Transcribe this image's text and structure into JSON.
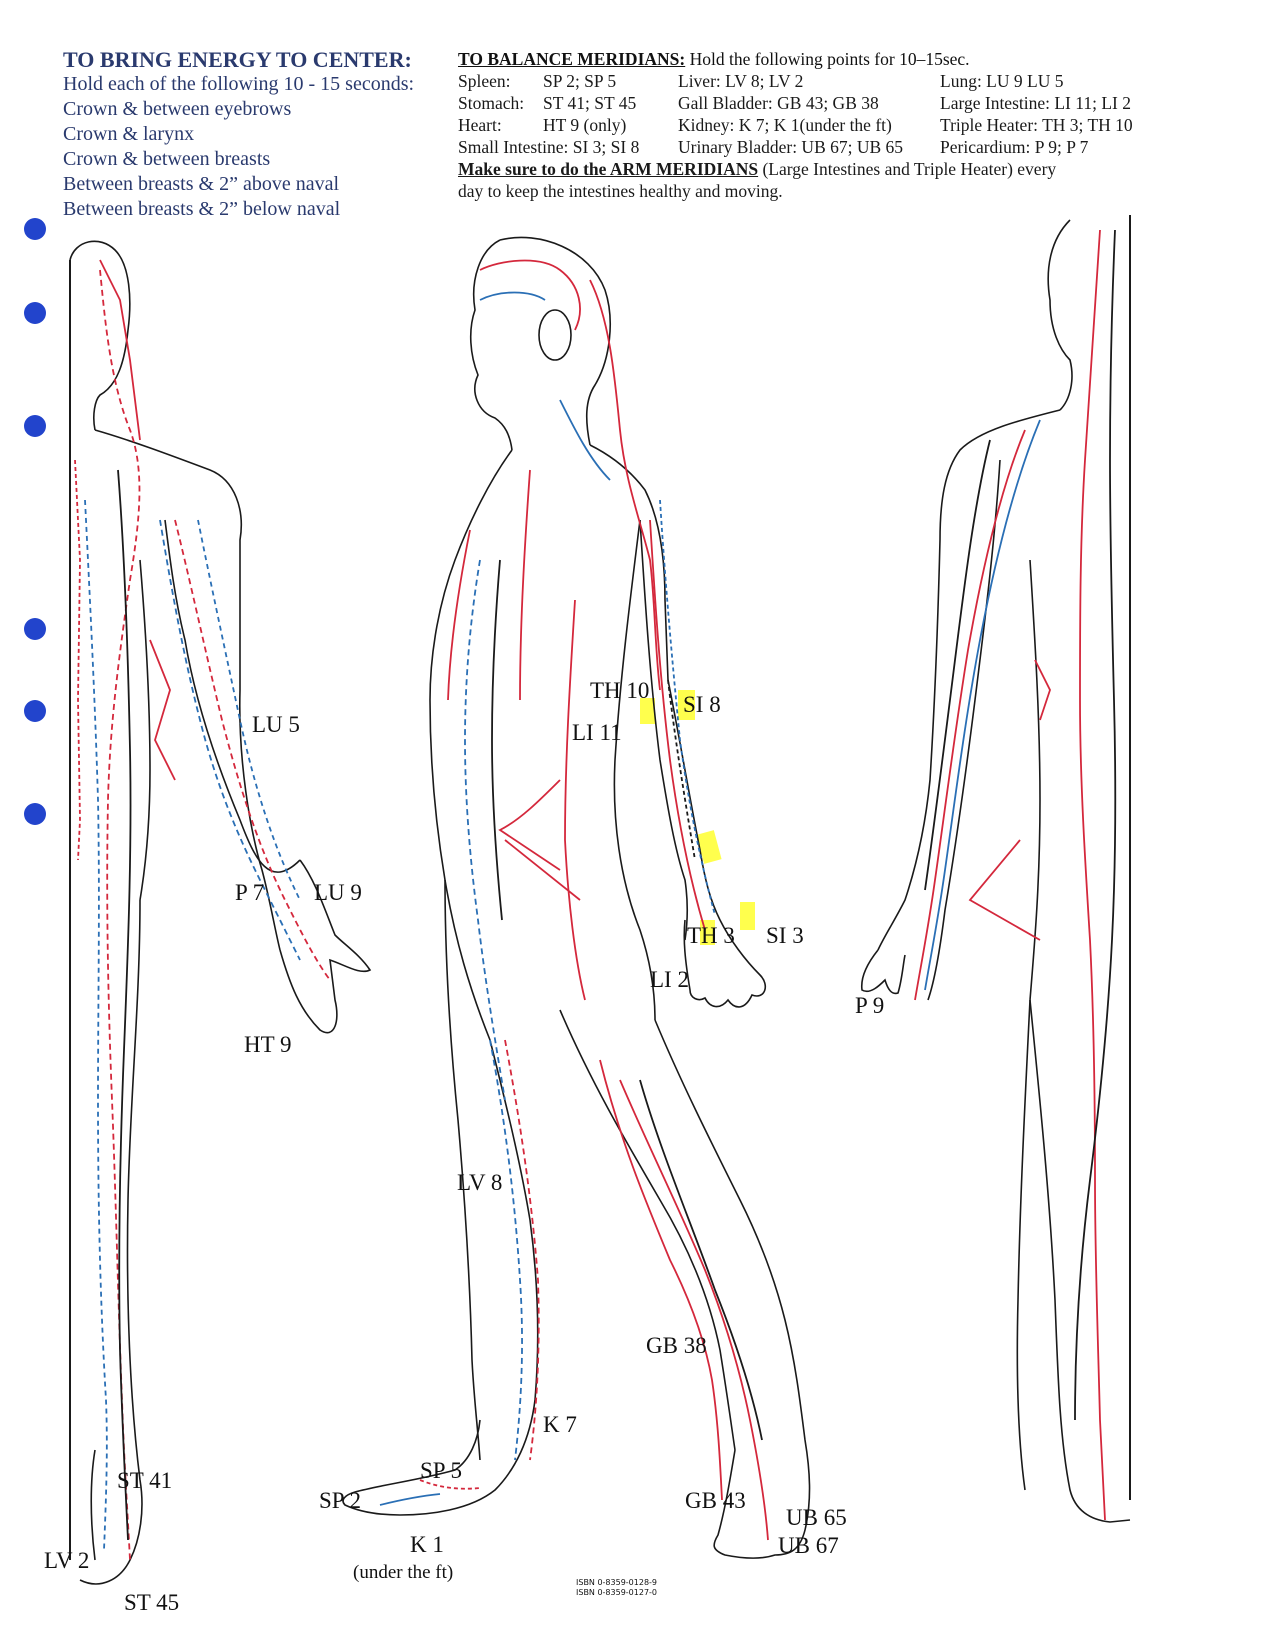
{
  "energy_center": {
    "title": "TO BRING ENERGY TO CENTER:",
    "items": [
      "Hold each of the following 10 - 15 seconds:",
      "Crown & between eyebrows",
      "Crown & larynx",
      "Crown & between breasts",
      "Between breasts & 2” above naval",
      "Between breasts & 2” below naval"
    ]
  },
  "balance": {
    "title": "TO BALANCE MERIDIANS:",
    "title_rest": " Hold the following points for 10–15sec.",
    "rows": [
      [
        "Spleen:",
        "SP 2; SP 5",
        "Liver: LV 8; LV 2",
        "Lung: LU 9   LU 5"
      ],
      [
        "Stomach:",
        "ST 41; ST 45",
        "Gall Bladder: GB 43; GB 38",
        "Large Intestine: LI 11; LI 2"
      ],
      [
        "Heart:",
        "HT 9 (only)",
        "Kidney: K 7; K 1(under the ft)",
        "Triple Heater: TH 3; TH 10"
      ],
      [
        "Small Intestine: SI 3; SI 8",
        "",
        "Urinary Bladder: UB 67; UB 65",
        "Pericardium: P 9;  P 7"
      ]
    ],
    "note_bold": "Make sure to do the ARM MERIDIANS",
    "note_rest": " (Large Intestines and Triple Heater) every",
    "note_line2": "day to keep the intestines healthy and moving."
  },
  "point_labels": {
    "lu5": "LU 5",
    "p7": "P 7",
    "lu9": "LU 9",
    "ht9": "HT 9",
    "st41": "ST 41",
    "lv2": "LV 2",
    "st45": "ST 45",
    "th10": "TH 10",
    "si8": "SI 8",
    "li11": "LI 11",
    "th3": "TH 3",
    "si3": "SI 3",
    "li2": "LI 2",
    "p9": "P 9",
    "lv8": "LV 8",
    "gb38": "GB 38",
    "k7": "K 7",
    "sp5": "SP 5",
    "sp2": "SP 2",
    "k1": "K 1",
    "under_ft": "(under the ft)",
    "gb43": "GB 43",
    "ub65": "UB 65",
    "ub67": "UB 67"
  },
  "isbn": [
    "ISBN 0-8359-0128-9",
    "ISBN 0-8359-0127-0"
  ],
  "colors": {
    "meridian_red": "#d4283c",
    "meridian_blue": "#2a6fb5",
    "outline": "#1a1a1a",
    "highlight": "#ffff3a",
    "binder_hole": "#2244cc",
    "heading_blue": "#2a3a6e"
  }
}
